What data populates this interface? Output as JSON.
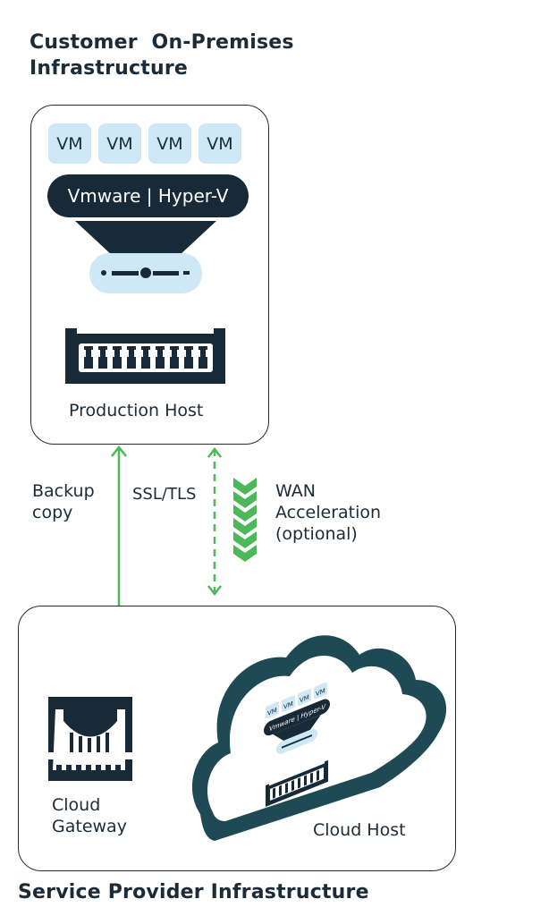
{
  "customer": {
    "title_line1": "Customer  On-Premises",
    "title_line2": "Infrastructure",
    "vms": [
      "VM",
      "VM",
      "VM",
      "VM"
    ],
    "hypervisor_label": "Vmware | Hyper-V",
    "host_label": "Production Host"
  },
  "links": {
    "backup_label_line1": "Backup",
    "backup_label_line2": "copy",
    "ssl_label": "SSL/TLS",
    "wan_label_line1": "WAN",
    "wan_label_line2": "Acceleration",
    "wan_label_line3": "(optional)"
  },
  "provider": {
    "title": "Service Provider Infrastructure",
    "gateway_label_line1": "Cloud",
    "gateway_label_line2": "Gateway",
    "cloud_host_label": "Cloud Host",
    "cloud_vms": [
      "VM",
      "VM",
      "VM",
      "VM"
    ],
    "cloud_hypervisor_label": "Vmware | Hyper-V"
  },
  "colors": {
    "dark": "#182a38",
    "light_blue": "#cfe8f7",
    "green": "#4cb85a",
    "cloud_teal": "#1f4a55"
  }
}
